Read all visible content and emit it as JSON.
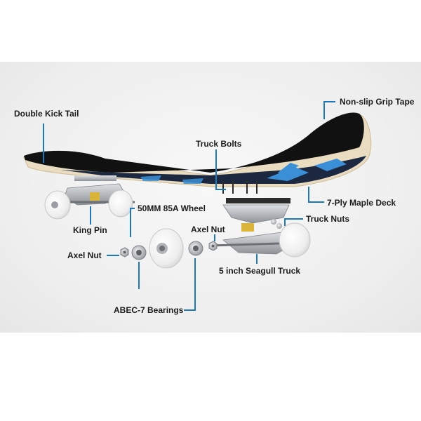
{
  "labels": {
    "double_kick_tail": "Double Kick Tail",
    "grip_tape": "Non-slip Grip Tape",
    "truck_bolts": "Truck Bolts",
    "maple_deck": "7-Ply Maple Deck",
    "wheel": "50MM 85A Wheel",
    "truck_nuts": "Truck Nuts",
    "king_pin": "King Pin",
    "axel_nut_right": "Axel Nut",
    "axel_nut_left": "Axel Nut",
    "seagull_truck": "5 inch Seagull Truck",
    "bearings": "ABEC-7 Bearings"
  },
  "colors": {
    "leader": "#1f78b4",
    "grip": "#111111",
    "deck_edge": "#e9dcc0",
    "graphic": "#3a8fd6",
    "metal": "#b9bcc0",
    "wheel": "#f4f4f4",
    "bushing": "#d8b43a"
  }
}
